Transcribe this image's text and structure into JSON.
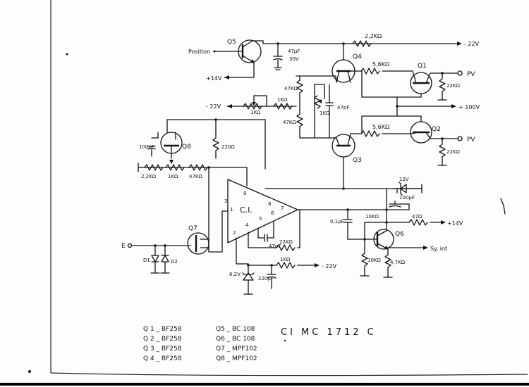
{
  "rails": {
    "neg22_top": "- 22V",
    "neg22_left": "- 22V",
    "neg22_bottom": "- 22V",
    "pos100": "+ 100V",
    "pos14_q5": "+14V",
    "pos14_q6": "+14V"
  },
  "labels": {
    "position": "Position",
    "pv_top": "PV",
    "pv_bottom": "PV",
    "input_e": "E",
    "sy_int": "Sy. int",
    "ci": "C.I.",
    "zener_12v": "12V",
    "zener_62v": "6,2V"
  },
  "transistors": {
    "q1": "Q1",
    "q2": "Q2",
    "q3": "Q3",
    "q4": "Q4",
    "q5": "Q5",
    "q6": "Q6",
    "q7": "Q7",
    "q8": "Q8"
  },
  "diodes": {
    "d1": "D1",
    "d2": "D2"
  },
  "pins": {
    "p1": "1",
    "p2": "2",
    "p3": "3",
    "p4": "4",
    "p5": "5",
    "p6": "6",
    "p7": "7",
    "p8": "8",
    "p9": "9"
  },
  "components": {
    "r_2k2_top": "2,2KΩ",
    "c_47uf_30v_a": "47µF",
    "c_47uf_30v_b": "30V",
    "r_5k6_top": "5,6KΩ",
    "r_22k_q1": "22KΩ",
    "r_47k_a": "47KΩ",
    "pot_1k_a": "1KΩ",
    "r_1k_a": "1KΩ",
    "pot_1k_b": "1KΩ",
    "c_47pf_top": "47pF",
    "r_47k_b": "47KΩ",
    "r_5k6_bottom": "5,6KΩ",
    "r_22k_q2": "22KΩ",
    "c_100uf_q8": "100µF",
    "r_220": "220Ω",
    "r_2k2_q8": "2,2KΩ",
    "pot_1k_q8": "1KΩ",
    "r_47k_q8": "47KΩ",
    "c_100uf_12v": "100µF",
    "c_01uf": "0,1µF",
    "r_10k_a": "10KΩ",
    "r_47": "47Ω",
    "c_47pf_ci": "47pF",
    "r_22k_ci": "22KΩ",
    "r_1k_bottom": "1KΩ",
    "c_220uf": "220µF",
    "r_10k_b": "10KΩ",
    "r_4k7": "4,7KΩ"
  },
  "parts_list": {
    "col1": [
      "Q 1 _ BF258",
      "Q 2 _ BF258",
      "Q 3 _ BF258",
      "Q 4 _ BF258"
    ],
    "col2": [
      "Q5 _ BC 108",
      "Q6 _ BC 108",
      "Q7 _ MPF102",
      "Q8 _ MPF102"
    ],
    "ic": "CI  MC 1712 C"
  }
}
